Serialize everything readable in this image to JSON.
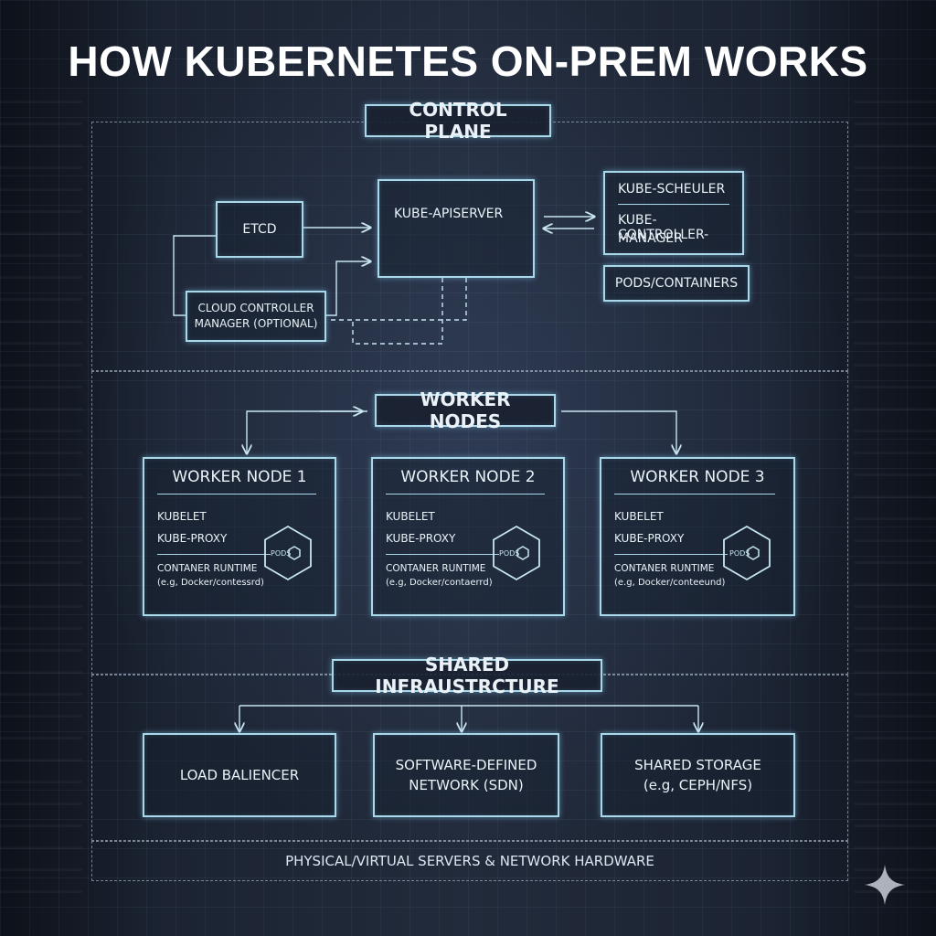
{
  "title": "HOW KUBERNETES ON-PREM WORKS",
  "control_plane": {
    "label": "CONTROL PLANE",
    "etcd": "ETCD",
    "apiserver": "KUBE-APISERVER",
    "scheduler": "KUBE-SCHEULER",
    "controller_manager_line1": "KUBE-CONTROLLER-",
    "controller_manager_line2": "MANAGER",
    "pods_containers": "PODS/CONTAINERS",
    "cloud_controller_line1": "CLOUD CONTROLLER",
    "cloud_controller_line2": "MANAGER (OPTIONAL)"
  },
  "workers": {
    "label": "WORKER NODES",
    "nodes": [
      {
        "title": "WORKER NODE 1",
        "kubelet": "KUBELET",
        "proxy": "KUBE-PROXY",
        "runtime": "CONTANER RUNTIME",
        "runtime_example": "(e.g, Docker/contessrd)",
        "pod_label": "PODS"
      },
      {
        "title": "WORKER NODE 2",
        "kubelet": "KUBELET",
        "proxy": "KUBE-PROXY",
        "runtime": "CONTANER RUNTIME",
        "runtime_example": "(e.g, Docker/contaerrd)",
        "pod_label": "PODS"
      },
      {
        "title": "WORKER NODE 3",
        "kubelet": "KUBELET",
        "proxy": "KUBE-PROXY",
        "runtime": "CONTANER RUNTIME",
        "runtime_example": "(e.g, Docker/conteeund)",
        "pod_label": "PODS"
      }
    ]
  },
  "infrastructure": {
    "label": "SHARED INFRAUSTRCTURE",
    "load_balancer": "LOAD BALIENCER",
    "sdn_line1": "SOFTWARE-DEFINED",
    "sdn_line2": "NETWORK (SDN)",
    "storage_line1": "SHARED STORAGE",
    "storage_line2": "(e.g, CEPH/NFS)"
  },
  "footer": "PHYSICAL/VIRTUAL SERVERS & NETWORK HARDWARE",
  "colors": {
    "accent": "#a9d8ea",
    "background": "#141a24",
    "text": "#eaf2f8"
  }
}
